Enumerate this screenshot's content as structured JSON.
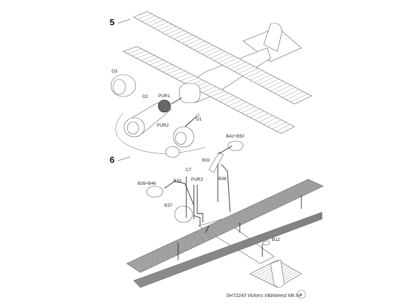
{
  "steps": [
    {
      "number": "5",
      "labels": [
        "D3",
        "D2",
        "PUR1",
        "PUR2",
        "D1"
      ]
    },
    {
      "number": "6",
      "labels": [
        "B42÷B50",
        "B32",
        "C7",
        "B39÷B46",
        "B33",
        "PUR2",
        "B38",
        "B37",
        "B12"
      ]
    }
  ],
  "footer": {
    "title": "SH72243 Vickers Vildebeest Mk.IV",
    "page": "8"
  }
}
